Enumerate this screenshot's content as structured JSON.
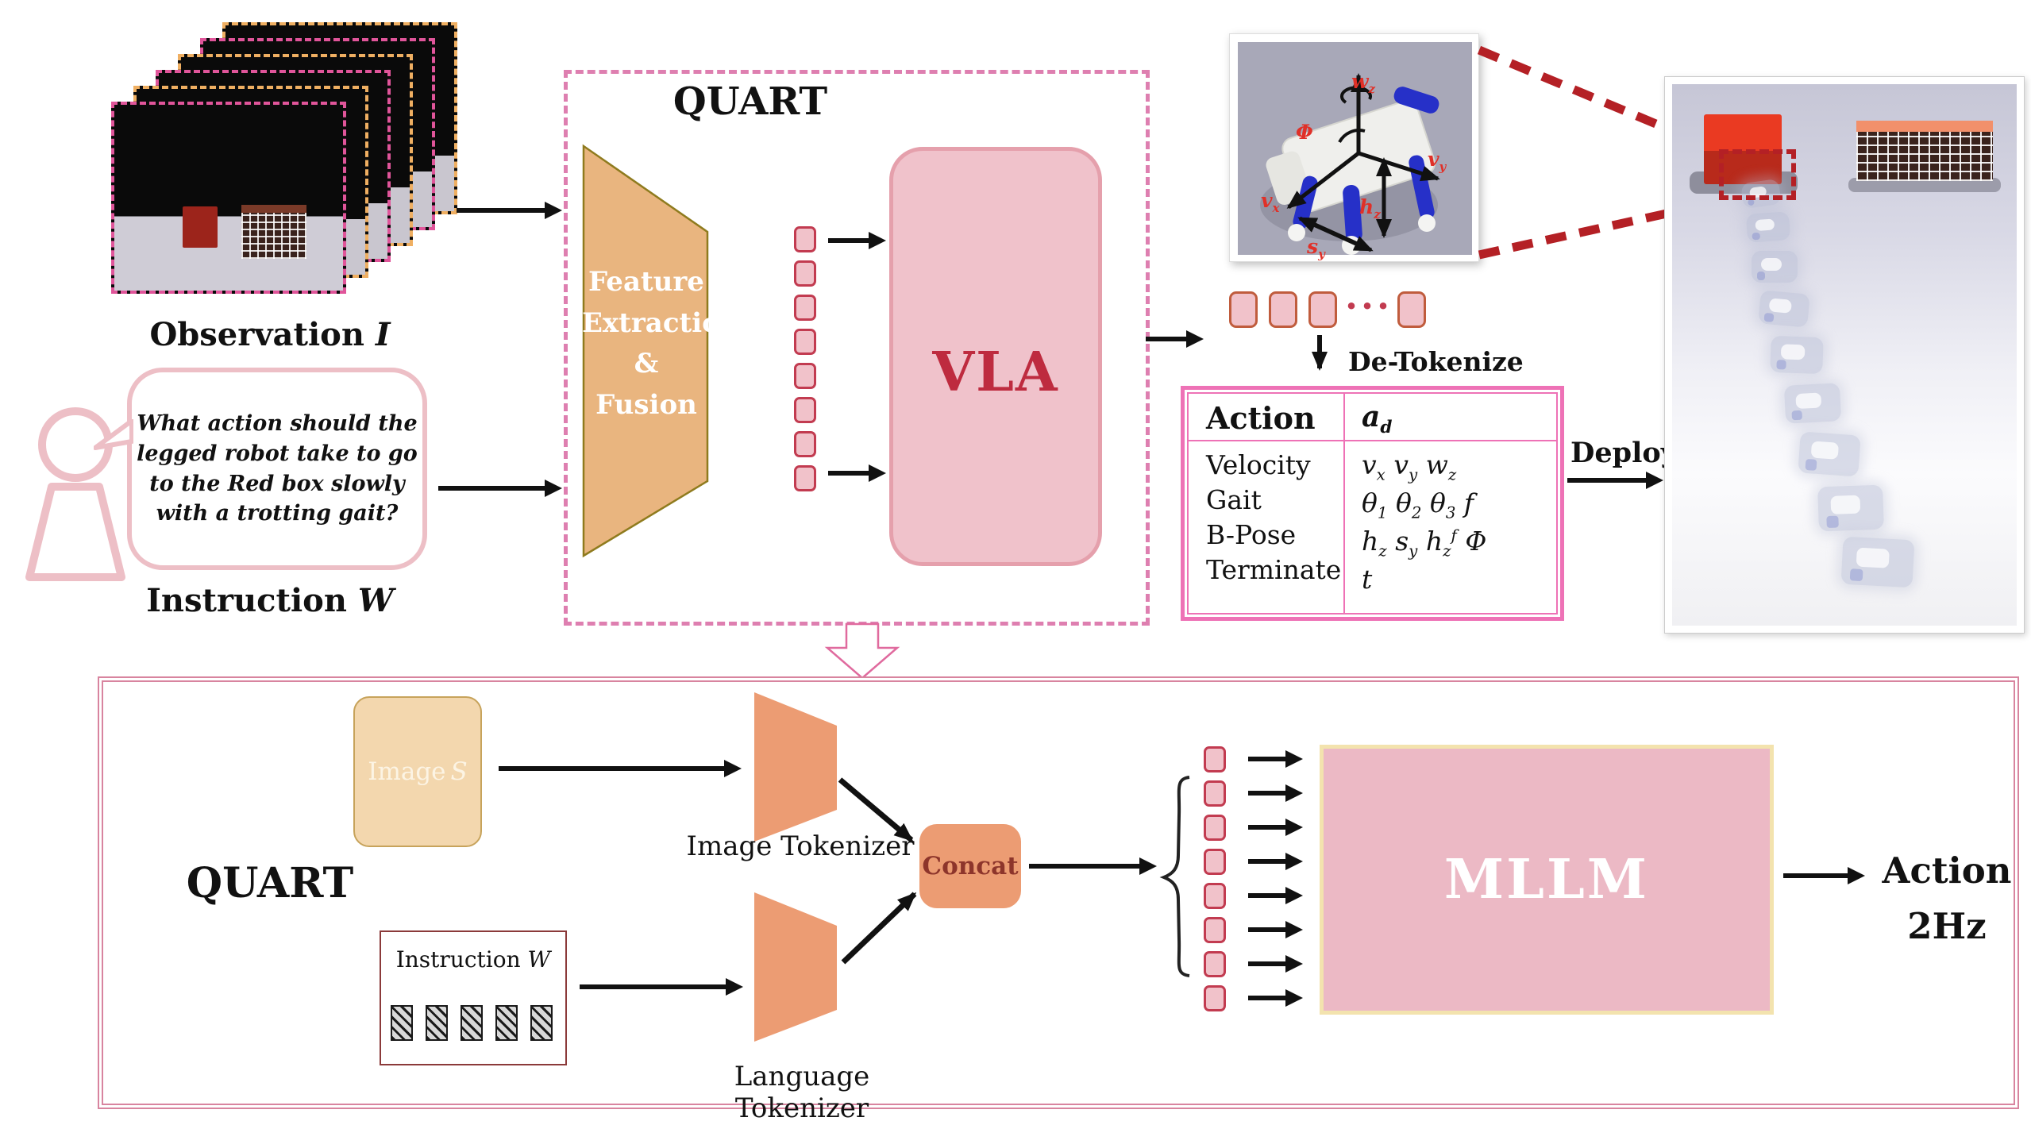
{
  "top": {
    "observation_label": {
      "text": "Observation ",
      "var": "I"
    },
    "instruction_label": {
      "text": "Instruction ",
      "var": "W"
    },
    "speech_text": "What action should the\nlegged robot take to go\nto the Red box slowly\nwith a trotting gait?",
    "quart_title": "QUART",
    "feature_block": "Feature\nExtraction\n&\nFusion",
    "vla_label": "VLA",
    "tokens_ellipsis": "···",
    "detokenize_label": "De-Tokenize",
    "deploy_label": "Deploy",
    "action_table": {
      "header": [
        "Action",
        "a_d"
      ],
      "rows": [
        {
          "action": "Velocity",
          "value": "v_x v_y w_z"
        },
        {
          "action": "Gait",
          "value": "θ_1 θ_2 θ_3 f"
        },
        {
          "action": "B-Pose",
          "value": "h_z s_y h_z^f Φ"
        },
        {
          "action": "Terminate",
          "value": "t"
        }
      ]
    },
    "pose_annotations": [
      "w_z",
      "Φ",
      "v_y",
      "v_x",
      "h_z",
      "s_y"
    ]
  },
  "bottom": {
    "quart_label": "QUART",
    "image_s_label": {
      "text": "Image",
      "var": "S"
    },
    "instruction_w_label": {
      "text": "Instruction ",
      "var": "W"
    },
    "image_tokenizer_label": "Image Tokenizer",
    "language_tokenizer_label": "Language Tokenizer",
    "concat_label": "Concat",
    "mllm_label": "MLLM",
    "action_output": "Action\n2Hz"
  },
  "colors": {
    "pink-dash": "#de7fb0",
    "frame-pink": "#e0559a",
    "frame-orange": "#efaf62",
    "bubble-pink": "#edbfc6",
    "token-fill": "#f1c2ca",
    "token-border": "#c23b50",
    "vla-fill": "#f0c2cb",
    "vla-border": "#e5a0ac",
    "vla-text": "#be2b3f",
    "tan-fill": "#e9b57f",
    "olive": "#8f7b1e",
    "salmon": "#ec9c73",
    "concat-text": "#8d352b",
    "table-pink": "#ee72b6",
    "red-dash": "#b42025",
    "mllm-fill": "#ecb9c5",
    "mllm-border": "#f3e3ae",
    "container-pink": "#d8849f",
    "imgs-fill": "#f3d7ae",
    "imgs-border": "#c7a35b",
    "instrw-border": "#8b3a3a"
  }
}
